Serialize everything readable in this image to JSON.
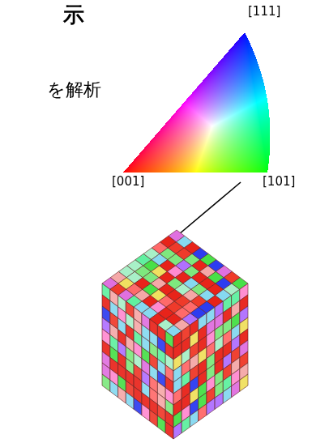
{
  "diagram": {
    "labels": [
      "示",
      "を解析",
      "[111]",
      "[001]",
      "[101]"
    ]
  }
}
